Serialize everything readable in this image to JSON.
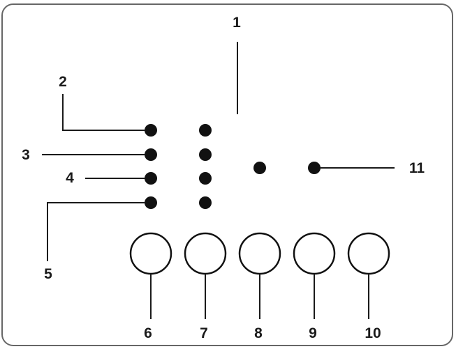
{
  "callouts": [
    {
      "id": "1",
      "label": "1"
    },
    {
      "id": "2",
      "label": "2"
    },
    {
      "id": "3",
      "label": "3"
    },
    {
      "id": "4",
      "label": "4"
    },
    {
      "id": "5",
      "label": "5"
    },
    {
      "id": "6",
      "label": "6"
    },
    {
      "id": "7",
      "label": "7"
    },
    {
      "id": "8",
      "label": "8"
    },
    {
      "id": "9",
      "label": "9"
    },
    {
      "id": "10",
      "label": "10"
    },
    {
      "id": "11",
      "label": "11"
    }
  ],
  "colors": {
    "ink": "#111111",
    "frame": "#666666",
    "background": "#ffffff"
  }
}
